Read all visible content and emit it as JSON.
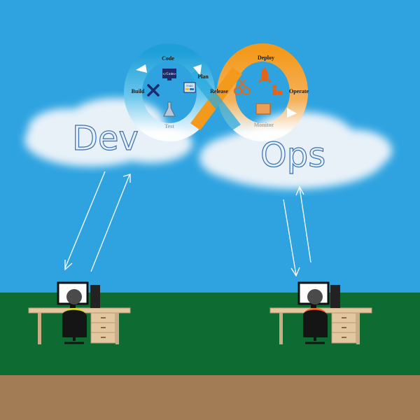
{
  "words": {
    "dev": "Dev",
    "ops": "Ops"
  },
  "loop": {
    "stages": {
      "code": "Code",
      "plan": "Plan",
      "build": "Build",
      "test": "Test",
      "release": "Release",
      "deploy": "Deploy",
      "operate": "Operate",
      "monitor": "Monitor"
    },
    "screen_text": "</Code>",
    "doc_text": "TODO"
  },
  "colors": {
    "sky": "#2ea3e0",
    "grass": "#0e6b32",
    "ground": "#a27c55",
    "dev_loop": "#2aa9dd",
    "ops_loop": "#f39a1d",
    "dev_shirt": "#d7e21f",
    "ops_shirt": "#f06a2c",
    "desk": "#e3c7a0"
  }
}
